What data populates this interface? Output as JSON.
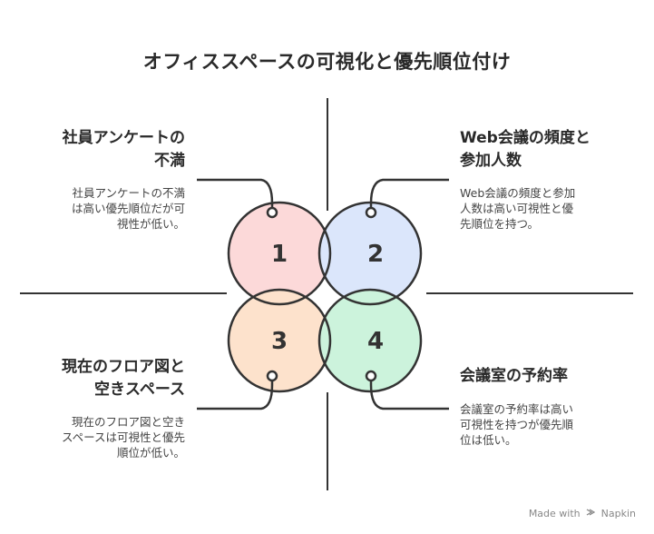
{
  "title": "オフィススペースの可視化と優先順位付け",
  "items": [
    {
      "number": "1",
      "heading_line1": "社員アンケートの",
      "heading_line2": "不満",
      "desc_line1": "社員アンケートの不満",
      "desc_line2": "は高い優先順位だが可",
      "desc_line3": "視性が低い。",
      "color": "#fcd9d9"
    },
    {
      "number": "2",
      "heading_line1": "Web会議の頻度と",
      "heading_line2": "参加人数",
      "desc_line1": "Web会議の頻度と参加",
      "desc_line2": "人数は高い可視性と優",
      "desc_line3": "先順位を持つ。",
      "color": "#dbe6fb"
    },
    {
      "number": "3",
      "heading_line1": "現在のフロア図と",
      "heading_line2": "空きスペース",
      "desc_line1": "現在のフロア図と空き",
      "desc_line2": "スペースは可視性と優先",
      "desc_line3": "順位が低い。",
      "color": "#fde2cc"
    },
    {
      "number": "4",
      "heading_line1": "会議室の予約率",
      "heading_line2": "",
      "desc_line1": "会議室の予約率は高い",
      "desc_line2": "可視性を持つが優先順",
      "desc_line3": "位は低い。",
      "color": "#ccf3dc"
    }
  ],
  "footer": {
    "made_with": "Made with",
    "brand": "Napkin",
    "logo_icon": "napkin-logo-icon"
  }
}
